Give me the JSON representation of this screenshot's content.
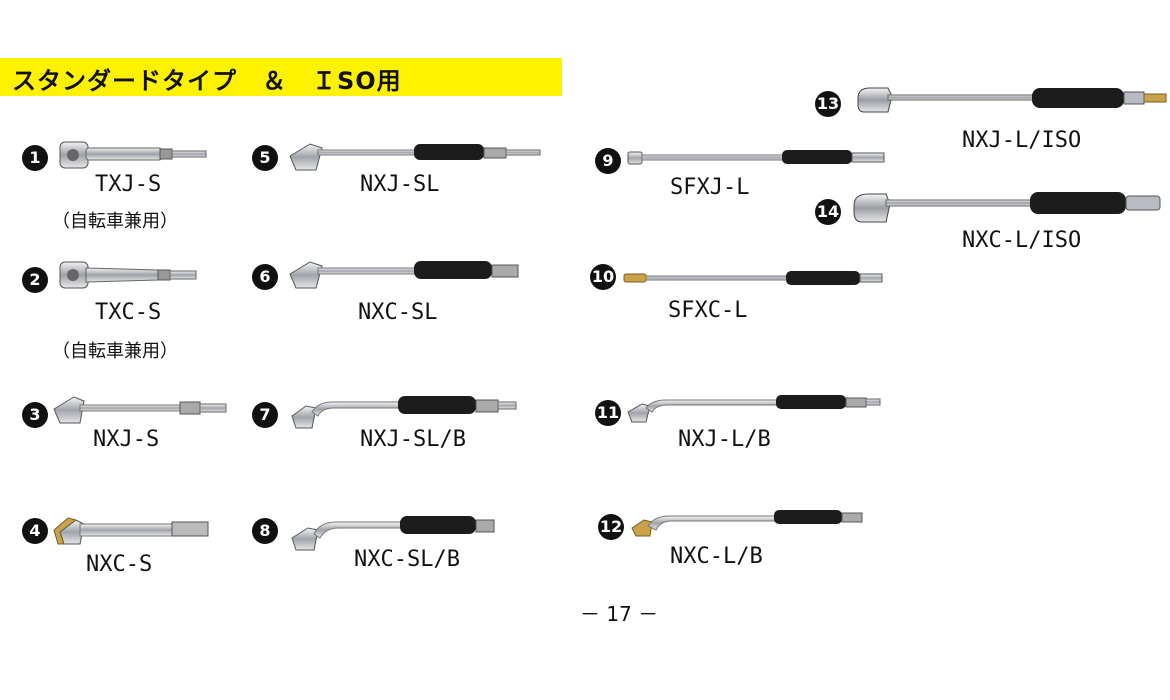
{
  "banner": {
    "title": "スタンダードタイプ　＆　ＩSO用",
    "color": "#fff200"
  },
  "products": [
    {
      "no": "1",
      "model": "TXJ-S",
      "note": "（自転車兼用）",
      "icon": "tire-inflator-gauge-short-chuck-icon"
    },
    {
      "no": "2",
      "model": "TXC-S",
      "note": "（自転車兼用）",
      "icon": "tire-inflator-gauge-short-chuck-icon"
    },
    {
      "no": "3",
      "model": "NXJ-S",
      "icon": "tire-inflator-gauge-dual-head-icon"
    },
    {
      "no": "4",
      "model": "NXC-S",
      "icon": "tire-inflator-gauge-dual-head-icon"
    },
    {
      "no": "5",
      "model": "NXJ-SL",
      "icon": "tire-inflator-gauge-long-grip-icon"
    },
    {
      "no": "6",
      "model": "NXC-SL",
      "icon": "tire-inflator-gauge-long-grip-icon"
    },
    {
      "no": "7",
      "model": "NXJ-SL/B",
      "icon": "tire-inflator-gauge-bent-grip-icon"
    },
    {
      "no": "8",
      "model": "NXC-SL/B",
      "icon": "tire-inflator-gauge-bent-grip-icon"
    },
    {
      "no": "9",
      "model": "SFXJ-L",
      "icon": "tire-inflator-gauge-straight-long-icon"
    },
    {
      "no": "10",
      "model": "SFXC-L",
      "icon": "tire-inflator-gauge-straight-long-icon"
    },
    {
      "no": "11",
      "model": "NXJ-L/B",
      "icon": "tire-inflator-gauge-bent-long-icon"
    },
    {
      "no": "12",
      "model": "NXC-L/B",
      "icon": "tire-inflator-gauge-bent-long-icon"
    },
    {
      "no": "13",
      "model": "NXJ-L/ISO",
      "icon": "tire-inflator-gauge-iso-long-icon"
    },
    {
      "no": "14",
      "model": "NXC-L/ISO",
      "icon": "tire-inflator-gauge-iso-long-icon"
    }
  ],
  "page_number": "－ 17 －",
  "colors": {
    "metal": "#c9ccd0",
    "grip": "#1c1c1c",
    "brass": "#c9a24a",
    "text": "#111111"
  }
}
